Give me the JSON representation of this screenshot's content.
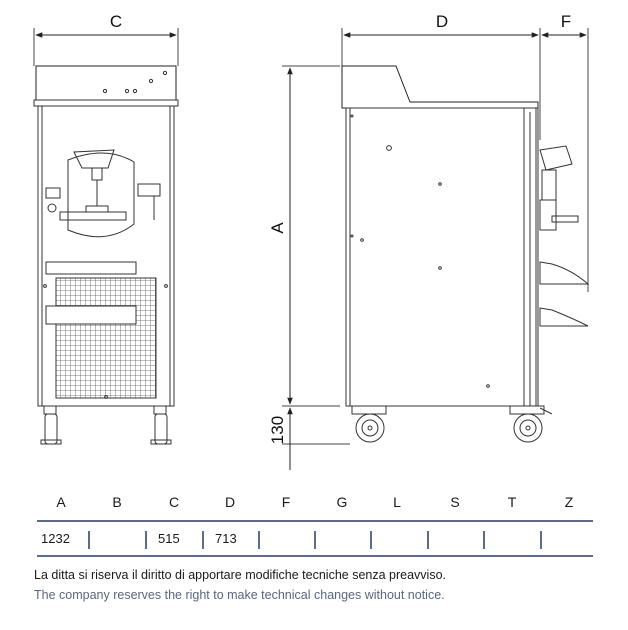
{
  "dimension_labels": {
    "c": "C",
    "d": "D",
    "f": "F",
    "a": "A",
    "base_height": "130"
  },
  "table": {
    "headers": [
      "A",
      "B",
      "C",
      "D",
      "F",
      "G",
      "L",
      "S",
      "T",
      "Z"
    ],
    "values": [
      "1232",
      "",
      "515",
      "713",
      "",
      "",
      "",
      "",
      "",
      ""
    ]
  },
  "notes": {
    "italian": "La ditta si riserva il diritto di apportare modifiche tecniche senza preavviso.",
    "english": "The company reserves the right to make technical changes without notice."
  },
  "colors": {
    "table_line": "#5b6b8c",
    "drawing_line": "#333333",
    "grille": "#666666"
  }
}
